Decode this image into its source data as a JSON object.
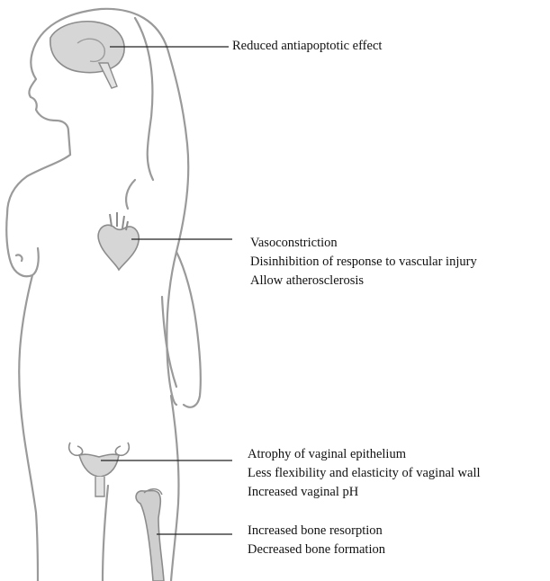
{
  "colors": {
    "outline": "#9a9a9a",
    "organ_fill": "#d6d6d6",
    "organ_stroke": "#8c8c8c",
    "leader": "#222222",
    "text": "#111111"
  },
  "annotations": {
    "brain": {
      "icon": "brain-icon",
      "lines": [
        "Reduced antiapoptotic effect"
      ]
    },
    "heart": {
      "icon": "heart-icon",
      "lines": [
        "Vasoconstriction",
        "Disinhibition of response to vascular injury",
        "Allow atherosclerosis"
      ]
    },
    "vagina": {
      "icon": "uterus-icon",
      "lines": [
        "Atrophy of vaginal epithelium",
        "Less flexibility and elasticity of vaginal wall",
        "Increased vaginal pH"
      ]
    },
    "bone": {
      "icon": "femur-icon",
      "lines": [
        "Increased bone resorption",
        "Decreased bone formation"
      ]
    }
  }
}
